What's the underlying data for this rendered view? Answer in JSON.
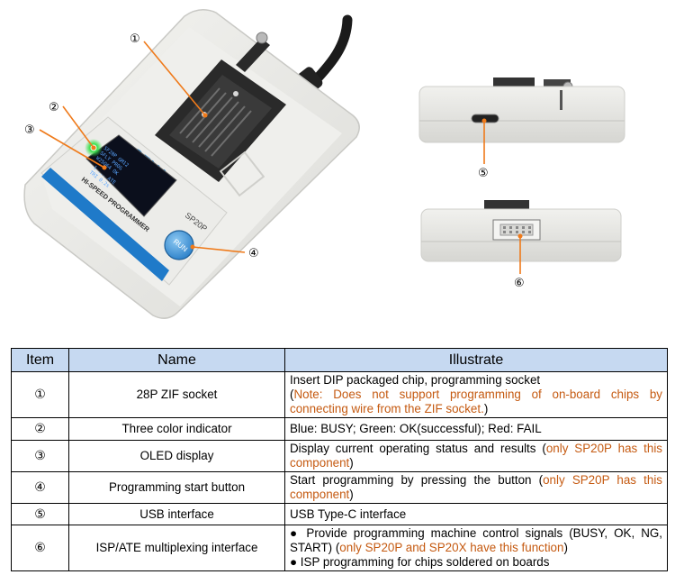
{
  "callouts": [
    "①",
    "②",
    "③",
    "④",
    "⑤",
    "⑥"
  ],
  "device": {
    "brand": "SFLY",
    "subtitle": "HI-SPEED PROGRAMMER",
    "model": "SP20P",
    "run_label": "RUN",
    "oled_lines": [
      "SF20P GM12",
      "SFLY PROG",
      "W25Q64 OK",
      "1 ... ATE",
      "TRI 0.2s"
    ]
  },
  "table": {
    "headers": [
      "Item",
      "Name",
      "Illustrate"
    ],
    "rows": [
      {
        "item": "①",
        "name": "28P ZIF socket",
        "desc": [
          [
            {
              "t": "Insert DIP packaged chip, programming socket",
              "note": false
            }
          ],
          [
            {
              "t": "(",
              "note": false
            },
            {
              "t": "Note: Does not support programming of on-board chips by connecting wire from the ZIF socket.",
              "note": true
            },
            {
              "t": ")",
              "note": false
            }
          ]
        ]
      },
      {
        "item": "②",
        "name": "Three color indicator",
        "desc": [
          [
            {
              "t": "Blue: BUSY; Green: OK(successful); Red: FAIL",
              "note": false
            }
          ]
        ]
      },
      {
        "item": "③",
        "name": "OLED display",
        "desc": [
          [
            {
              "t": "Display current operating status and results (",
              "note": false
            },
            {
              "t": "only SP20P has this component",
              "note": true
            },
            {
              "t": ")",
              "note": false
            }
          ]
        ]
      },
      {
        "item": "④",
        "name": "Programming start button",
        "desc": [
          [
            {
              "t": "Start programming by pressing the button (",
              "note": false
            },
            {
              "t": "only SP20P has this component",
              "note": true
            },
            {
              "t": ")",
              "note": false
            }
          ]
        ]
      },
      {
        "item": "⑤",
        "name": "USB interface",
        "desc": [
          [
            {
              "t": "USB Type-C interface",
              "note": false
            }
          ]
        ]
      },
      {
        "item": "⑥",
        "name": "ISP/ATE multiplexing interface",
        "desc": [
          [
            {
              "t": "● Provide programming machine control signals (BUSY, OK, NG, START) (",
              "note": false
            },
            {
              "t": "only SP20P and SP20X have this function",
              "note": true
            },
            {
              "t": ")",
              "note": false
            }
          ],
          [
            {
              "t": "● ISP programming for chips soldered on boards",
              "note": false
            }
          ]
        ]
      }
    ]
  }
}
